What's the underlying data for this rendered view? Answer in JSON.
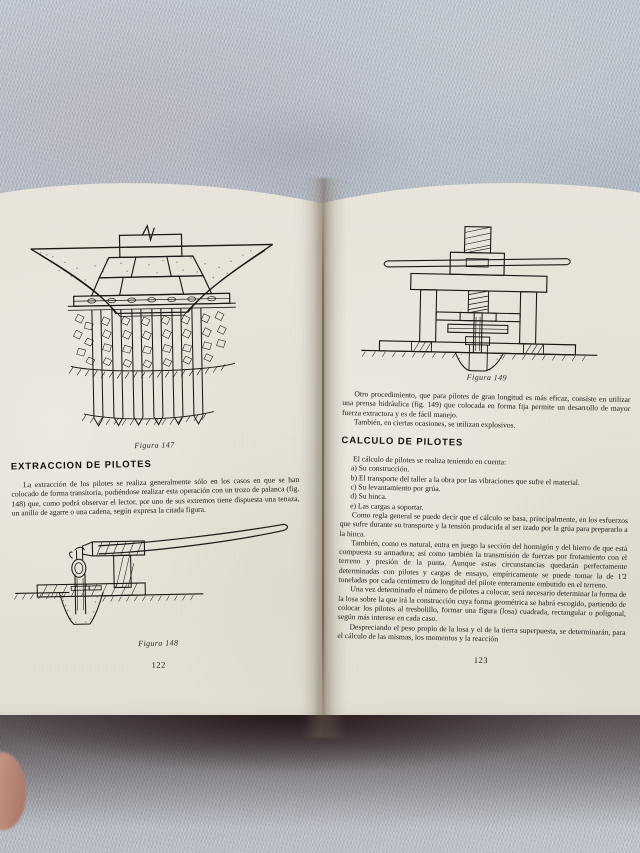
{
  "scene": {
    "object": "open book on a grey-blue textile surface",
    "background_color": "#b4bcc5",
    "page_color": "#e7e3da",
    "ink_color": "#1a1816",
    "shadow_color": "#2a1a1c",
    "finger_color": "#c1907d"
  },
  "left_page": {
    "figure_top": {
      "name": "figura-147-pile-foundation-section",
      "caption": "Figura 147"
    },
    "heading": "EXTRACCION DE PILOTES",
    "paragraph": "La extracción de los pilotes se realiza generalmente sólo en los casos en que se han colocado de forma transitoria, pudiéndose realizar esta operación con un trozo de palanca (fig. 148) que, como podrá observar el lector, por uno de sus extremos tiene dispuesta una tenaza, un anillo de agarre o una cadena, según expresa la citada figura.",
    "figure_bottom": {
      "name": "figura-148-lever-pile-extractor",
      "caption": "Figura 148"
    },
    "page_number": "122"
  },
  "right_page": {
    "figure_top": {
      "name": "figura-149-hydraulic-press-extractor",
      "caption": "Figura 149"
    },
    "paragraph_1": "Otro procedimiento, que para pilotes de gran longitud es más eficaz, consiste en utilizar una prensa hidráulica (fig. 149) que colocada en forma fija permite un desarrollo de mayor fuerza extractora y es de fácil manejo.",
    "paragraph_2": "También, en ciertas ocasiones, se utilizan explosivos.",
    "heading": "CALCULO DE PILOTES",
    "intro": "El cálculo de pilotes se realiza teniendo en cuenta:",
    "list": [
      "a)  Su construcción.",
      "b)  El transporte del taller a la obra por las vibraciones que sufre el material.",
      "c)  Su levantamiento por grúa.",
      "d)  Su hinca.",
      "e)  Las cargas a soportar."
    ],
    "paragraph_3": "Como regla general se puede decir que el cálculo se basa, principalmente, en los esfuerzos que sufre durante su transporte y la tensión producida al ser izado por la grúa para prepararlo a la hinca.",
    "paragraph_4": "También, como es natural, entra en juego la sección del hormigón y del hierro de que está compuesta su armadura; así como también la transmisión de fuerzas por frotamiento con el terreno y presión de la punta. Aunque estas circunstancias quedarán perfectamente determinadas con pilotes y cargas de ensayo, empíricamente se puede tomar la de 1'2 toneladas por cada centímetro de longitud del pilote enteramente embutido en el terreno.",
    "paragraph_5": "Una vez determinado el número de pilotes a colocar, será necesario determinar la forma de la losa sobre la que irá la construcción cuya forma geométrica se habrá escogido, partiendo de colocar los pilotes al tresbolillo, formar una figura (losa) cuadrada, rectangular o poligonal, según más interese en cada caso.",
    "paragraph_6": "Despreciando el peso propio de la losa y el de la tierra superpuesta, se determinarán, para el cálculo de las mismas, los momentos y la reacción",
    "page_number": "123"
  }
}
